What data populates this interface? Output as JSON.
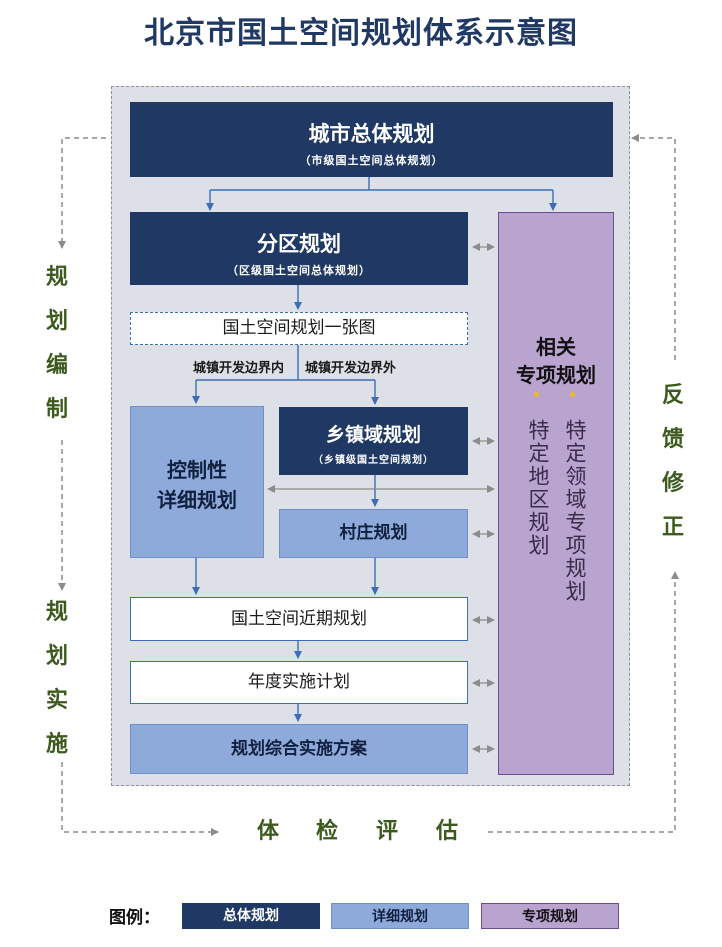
{
  "title": "北京市国土空间规划体系示意图",
  "city_plan": {
    "title": "城市总体规划",
    "subtitle": "（市级国土空间总体规划）"
  },
  "district_plan": {
    "title": "分区规划",
    "subtitle": "（区级国土空间总体规划）"
  },
  "one_map": "国土空间规划一张图",
  "boundary_inside": "城镇开发边界内",
  "boundary_outside": "城镇开发边界外",
  "regulatory_plan": {
    "line1": "控制性",
    "line2": "详细规划"
  },
  "township_plan": {
    "title": "乡镇域规划",
    "subtitle": "（乡镇级国土空间规划）"
  },
  "village_plan": "村庄规划",
  "near_term_plan": "国土空间近期规划",
  "annual_plan": "年度实施计划",
  "implementation_plan": "规划综合实施方案",
  "special_plan": {
    "title_line1": "相关",
    "title_line2": "专项规划",
    "col1": "特定地区规划",
    "col2": "特定领域专项规划"
  },
  "left_top": [
    "规",
    "划",
    "编",
    "制"
  ],
  "left_bottom": [
    "规",
    "划",
    "实",
    "施"
  ],
  "right_side": [
    "反",
    "馈",
    "修",
    "正"
  ],
  "bottom_label": [
    "体",
    "检",
    "评",
    "估"
  ],
  "legend": {
    "label": "图例：",
    "items": [
      "总体规划",
      "详细规划",
      "专项规划"
    ],
    "colors": [
      "#1f3864",
      "#8eaadb",
      "#b9a3cf"
    ]
  }
}
